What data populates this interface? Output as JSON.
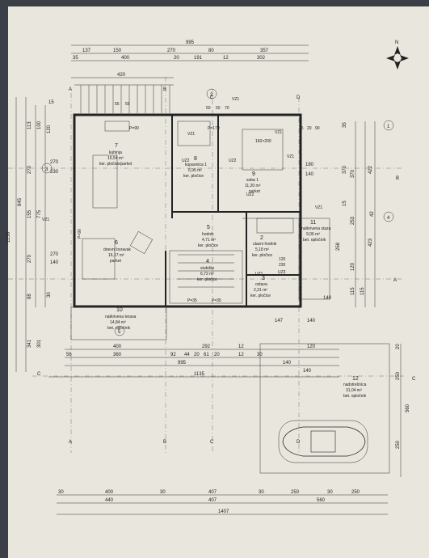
{
  "top_dims": {
    "total": "995",
    "row2": [
      "137",
      "150",
      "270",
      "80",
      "357"
    ],
    "row3": [
      "35",
      "400",
      "20",
      "191",
      "12",
      "302"
    ],
    "left_block": "420"
  },
  "bottom_dims": {
    "row1": [
      "400",
      "292",
      "12",
      "120"
    ],
    "row1b": [
      "360",
      "92",
      "44",
      "20",
      "61",
      "20",
      "12",
      "30",
      "56"
    ],
    "row2": "995",
    "row3": "1135",
    "carport": [
      "140",
      "140"
    ],
    "foot1": [
      "30",
      "400",
      "30",
      "407",
      "30",
      "250",
      "30",
      "250"
    ],
    "foot2": [
      "440",
      "407",
      "560"
    ],
    "foot3": "1407"
  },
  "left_dims": {
    "outer": "1156",
    "mid": "845",
    "segments": [
      "113",
      "270",
      "155",
      "270",
      "88",
      "341"
    ],
    "b": [
      "100",
      "775",
      "301"
    ],
    "c": [
      "15",
      "120",
      "270",
      "230",
      "270",
      "140",
      "30"
    ]
  },
  "right_dims": {
    "a": [
      "370",
      "422",
      "115",
      "423",
      "115",
      "42"
    ],
    "b": [
      "35",
      "370",
      "15",
      "253",
      "258",
      "120"
    ],
    "c": [
      "180",
      "140",
      "140",
      "147",
      "140"
    ],
    "carport": [
      "250",
      "560",
      "250",
      "20"
    ]
  },
  "axes": {
    "top": [
      "A",
      "B",
      "C",
      "D"
    ],
    "circled": [
      "1",
      "2",
      "3",
      "4",
      "5"
    ],
    "section": [
      "A",
      "B",
      "C"
    ]
  },
  "rooms": [
    {
      "num": "7",
      "name": "kuhinja",
      "area": "15,54 m²",
      "floor": "ker. pločice/parket"
    },
    {
      "num": "8",
      "name": "kupaonica 1",
      "area": "6,96 m²",
      "floor": "ker. pločice"
    },
    {
      "num": "9",
      "name": "soba 1",
      "area": "11,20 m²",
      "floor": "parket"
    },
    {
      "num": "6",
      "name": "dnevni boravak",
      "area": "16,17 m²",
      "floor": "parket"
    },
    {
      "num": "5",
      "name": "hodnik",
      "area": "4,71 m²",
      "floor": "ker. pločice"
    },
    {
      "num": "2",
      "name": "ulazni hodnik",
      "area": "5,18 m²",
      "floor": "ker. pločice"
    },
    {
      "num": "11",
      "name": "natkrivena staza",
      "area": "9,06 m²",
      "floor": "bet. opločnik"
    },
    {
      "num": "4",
      "name": "stubište",
      "area": "6,72 m²",
      "floor": "ker. pločice"
    },
    {
      "num": "3",
      "name": "ostava",
      "area": "2,31 m²",
      "floor": "ker. pločice"
    },
    {
      "num": "10",
      "name": "natkrivena terasa",
      "area": "14,84 m²",
      "floor": "bet. opločnik"
    },
    {
      "num": "12",
      "name": "nadstrešnica",
      "area": "31,04 m²",
      "floor": "bet. opločnik"
    }
  ],
  "tags": {
    "pz": [
      "P=90",
      "P=170",
      "P=90",
      "P=35",
      "P=35"
    ],
    "vz": [
      "VZ1",
      "VZ1",
      "VZ1",
      "VZ1",
      "VZ1",
      "VZ1"
    ],
    "uz": [
      "UZ2",
      "UZ2",
      "UZ2",
      "UZ1",
      "UZ3"
    ],
    "bed": "160×200",
    "stair_dims": [
      "120",
      "230"
    ],
    "small": [
      "55",
      "55",
      "50",
      "50",
      "70",
      "15",
      "20",
      "90"
    ]
  },
  "north": "N"
}
